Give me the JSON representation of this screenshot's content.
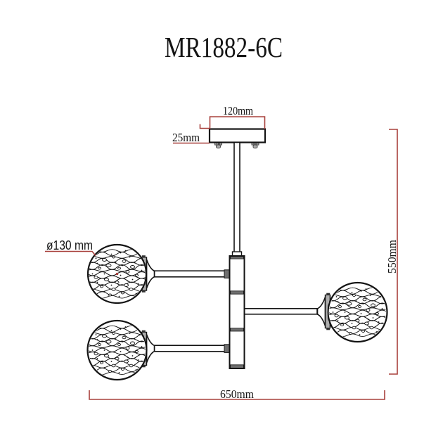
{
  "title": "MR1882-6C",
  "colors": {
    "text": "#141414",
    "line": "#141414",
    "dimension": "#a8403c",
    "metal_dark": "#6f6f6f",
    "metal_mid": "#aaaaaa"
  },
  "dimensions": {
    "canopy_width": "120mm",
    "canopy_height": "25mm",
    "shade_diameter": "ø130 mm",
    "overall_height": "550mm",
    "overall_width": "650mm"
  }
}
